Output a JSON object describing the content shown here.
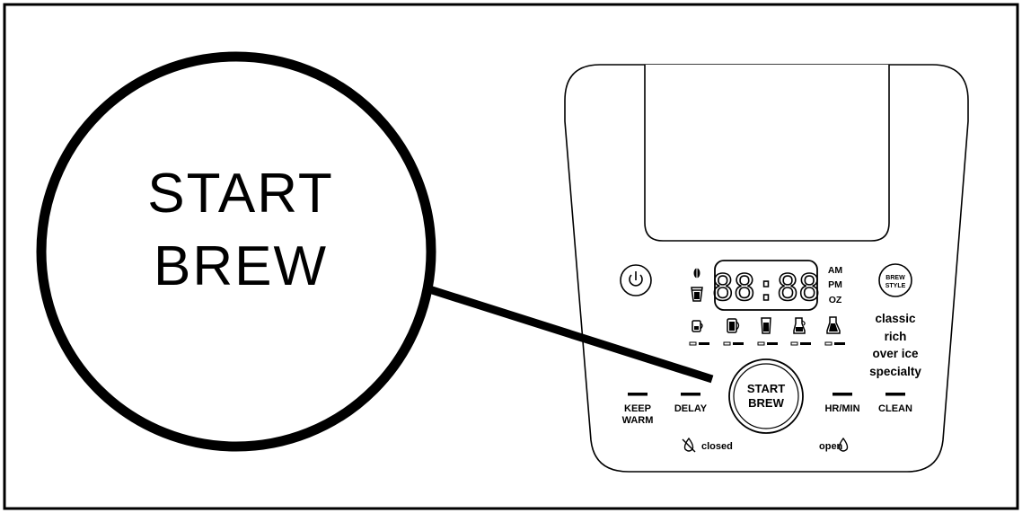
{
  "callout": {
    "line1": "START",
    "line2": "BREW"
  },
  "display": {
    "digits": "88:88",
    "ampm_am": "AM",
    "ampm_pm": "PM",
    "unit": "OZ"
  },
  "buttons": {
    "power_icon": "power-icon",
    "brew_style_line1": "BREW",
    "brew_style_line2": "STYLE",
    "start_line1": "START",
    "start_line2": "BREW",
    "keep_warm_line1": "KEEP",
    "keep_warm_line2": "WARM",
    "delay": "DELAY",
    "hr_min": "HR/MIN",
    "clean": "CLEAN"
  },
  "brew_styles": [
    "classic",
    "rich",
    "over ice",
    "specialty"
  ],
  "size_icons": [
    "cup-icon",
    "mug-icon",
    "tall-cup-icon",
    "small-carafe-icon",
    "carafe-icon"
  ],
  "side_icons": [
    "coffee-bean-icon",
    "cup-grounds-icon"
  ],
  "valve": {
    "closed": "closed",
    "open": "open"
  },
  "colors": {
    "line": "#000000",
    "background": "#ffffff"
  }
}
